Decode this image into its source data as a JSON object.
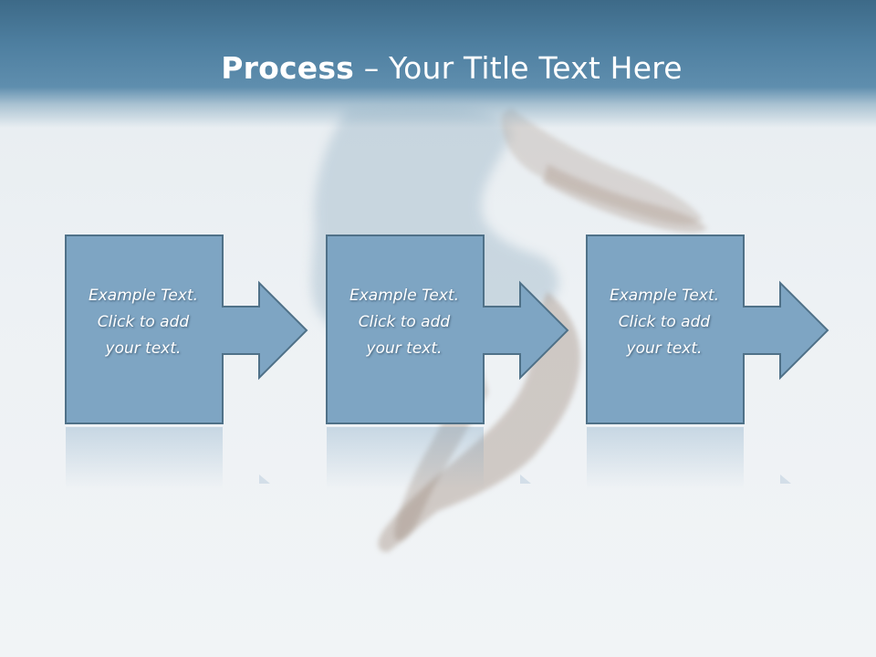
{
  "slide": {
    "title_bold": "Process",
    "title_rest": " – Your Title Text Here"
  },
  "steps": [
    {
      "line1": "Example Text.",
      "line2": "Click  to add",
      "line3": "your text."
    },
    {
      "line1": "Example Text.",
      "line2": "Click  to add",
      "line3": "your text."
    },
    {
      "line1": "Example Text.",
      "line2": "Click  to add",
      "line3": "your text."
    }
  ],
  "colors": {
    "title_bar": "#4e7fa0",
    "shape_fill": "#7ea5c3",
    "shape_stroke": "#4f7188",
    "text": "#ffffff"
  },
  "background": {
    "icon": "dancer-figure-image"
  }
}
